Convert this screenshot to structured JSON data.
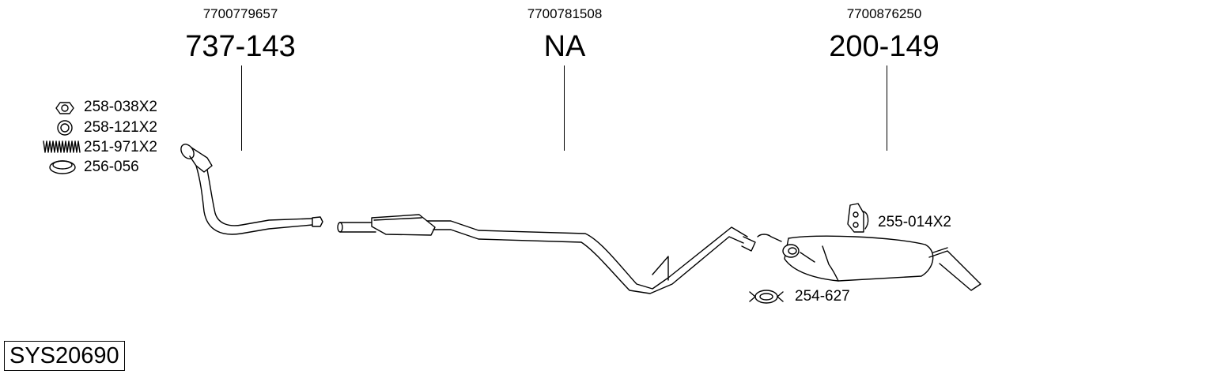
{
  "groups": [
    {
      "oem": "7700779657",
      "part": "737-143"
    },
    {
      "oem": "7700781508",
      "part": "NA"
    },
    {
      "oem": "7700876250",
      "part": "200-149"
    }
  ],
  "accessories": [
    {
      "icon": "nut-icon",
      "label": "258-038X2"
    },
    {
      "icon": "washer-icon",
      "label": "258-121X2"
    },
    {
      "icon": "spring-icon",
      "label": "251-971X2"
    },
    {
      "icon": "gasket-ring-icon",
      "label": "256-056"
    }
  ],
  "hanger": {
    "icon": "rubber-hanger-icon",
    "label": "255-014X2"
  },
  "clamp": {
    "icon": "pipe-clamp-icon",
    "label": "254-627"
  },
  "system_code": "SYS20690"
}
